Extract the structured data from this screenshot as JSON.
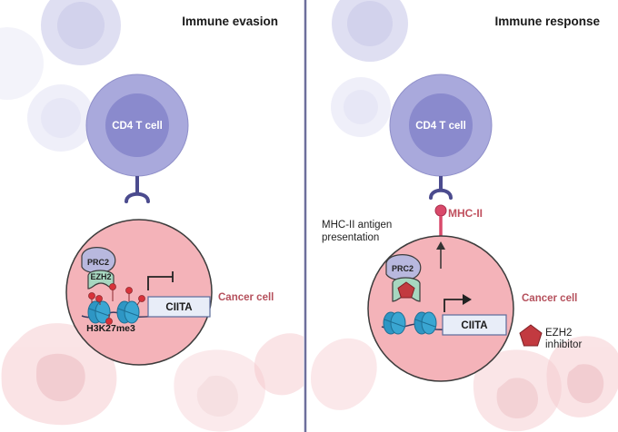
{
  "colors": {
    "background": "#ffffff",
    "divider": "#6d6f9c",
    "tcell_outer": "#a7a7db",
    "tcell_inner": "#8f8fcf",
    "receptor": "#4a4a8c",
    "cancer_fill": "#f4b2b8",
    "cancer_stroke": "#3c3c3c",
    "methyl": "#d93036",
    "mhc": "#d9496a",
    "ezh2_inhibitor": "#c0393e",
    "nucleosome": "#2f98c6",
    "prc2": "#b9b9df",
    "ezh2": "#a8d8c2",
    "ciita_box": "#e7ecf7"
  },
  "panels": [
    {
      "title": "Immune evasion",
      "t_cell_label": "CD4 T cell",
      "cancer_label": "Cancer cell",
      "prc2_label": "PRC2",
      "ezh2_label": "EZH2",
      "mark_label": "H3K27me3",
      "gene_label": "CIITA",
      "promoter_state": "repressed"
    },
    {
      "title": "Immune response",
      "t_cell_label": "CD4 T cell",
      "cancer_label": "Cancer cell",
      "prc2_label": "PRC2",
      "gene_label": "CIITA",
      "mhc_label": "MHC-II",
      "antigen_text_line1": "MHC-II antigen",
      "antigen_text_line2": "presentation",
      "inhibitor_label_line1": "EZH2",
      "inhibitor_label_line2": "inhibitor",
      "promoter_state": "active"
    }
  ],
  "icons": [
    "t-cell-icon",
    "cancer-cell-icon",
    "prc2-icon",
    "ezh2-icon",
    "nucleosome-icon",
    "methyl-mark-icon",
    "promoter-arrow-icon",
    "mhc-ii-icon",
    "ezh2-inhibitor-icon"
  ]
}
